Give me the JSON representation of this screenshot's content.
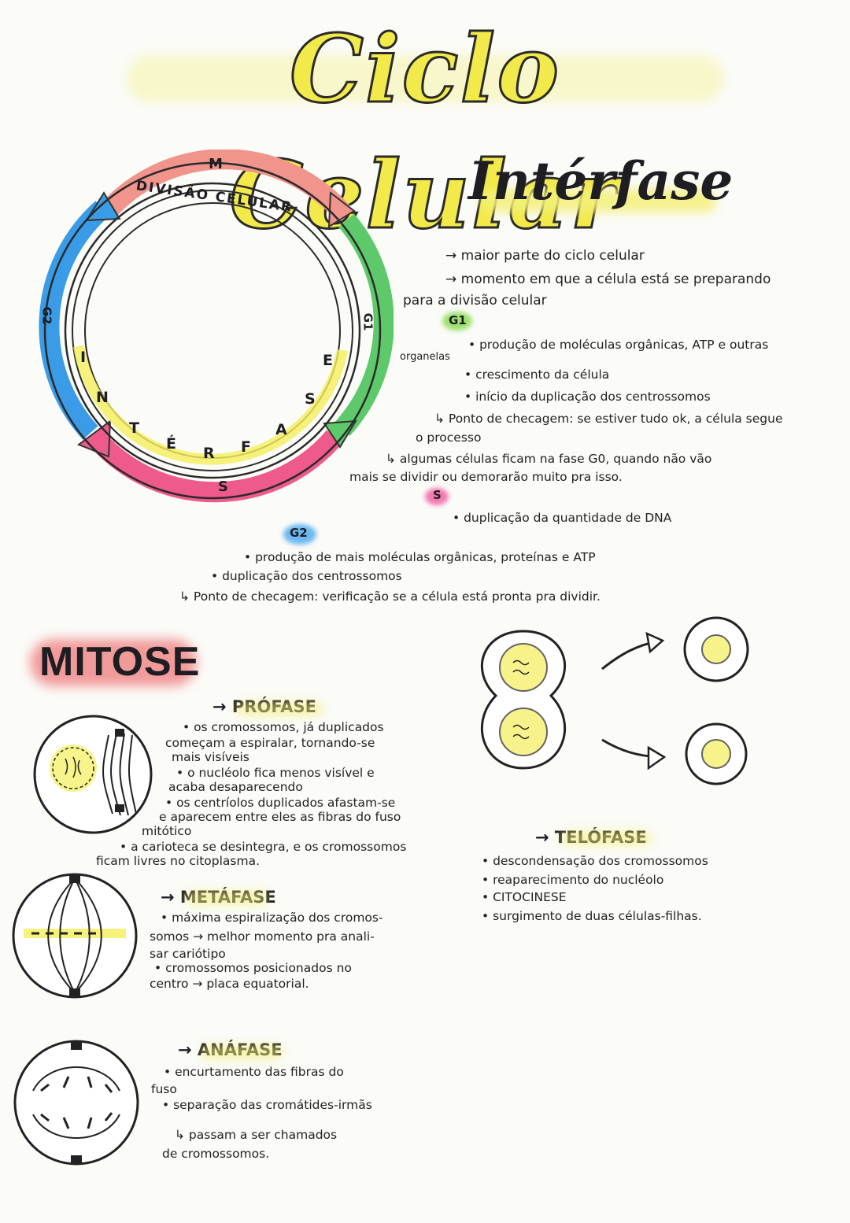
{
  "title": "Ciclo Celular",
  "cycle": {
    "M": "M",
    "divisao": "DIVISÃO CELULAR",
    "G2": "G2",
    "G1": "G1",
    "S": "S",
    "interfase_letters": [
      "I",
      "N",
      "T",
      "É",
      "R",
      "F",
      "A",
      "S",
      "E"
    ],
    "colors": {
      "M": "#f0948c",
      "G1": "#5dc96a",
      "S": "#ee5a8c",
      "G2": "#3a9be6",
      "inner": "#f4ef5a"
    }
  },
  "interfase": {
    "title": "Intérfase",
    "lines": [
      "→ maior parte do ciclo celular",
      "→ momento em que a célula está se preparando",
      "para a divisão celular"
    ],
    "g1_label": "G1",
    "g1": [
      "• produção de moléculas orgânicas, ATP e outras",
      "organelas",
      "• crescimento da célula",
      "• início da duplicação dos centrossomos",
      "↳ Ponto de checagem: se estiver tudo ok, a célula segue",
      "o processo",
      "↳ algumas células ficam na fase G0, quando não vão",
      "mais se dividir ou demorarão muito pra isso."
    ],
    "s_label": "S",
    "s": [
      "• duplicação da quantidade de DNA"
    ],
    "g2_label": "G2",
    "g2": [
      "• produção de mais moléculas orgânicas, proteínas e ATP",
      "• duplicação dos centrossomos",
      "↳ Ponto de checagem: verificação se a célula está pronta pra dividir."
    ]
  },
  "mitose": {
    "title": "MITOSE",
    "profase": {
      "title": "→ PRÓFASE",
      "lines": [
        "• os cromossomos, já duplicados",
        "começam a espiralar, tornando-se",
        "mais visíveis",
        "• o nucléolo fica menos visível e",
        "acaba desaparecendo",
        "• os centríolos duplicados afastam-se",
        "e aparecem entre eles as fibras do fuso",
        "mitótico",
        "• a carioteca se desintegra, e os cromossomos",
        "ficam livres no citoplasma."
      ]
    },
    "metafase": {
      "title": "→ METÁFASE",
      "lines": [
        "• máxima espiralização dos cromos-",
        "somos → melhor momento pra anali-",
        "sar cariótipo",
        "• cromossomos posicionados no",
        "centro → placa equatorial."
      ]
    },
    "anafase": {
      "title": "→ ANÁFASE",
      "lines": [
        "• encurtamento das fibras do",
        "fuso",
        "• separação das cromátides-irmãs",
        "↳ passam a ser chamados",
        "de cromossomos."
      ]
    },
    "telofase": {
      "title": "→ TELÓFASE",
      "lines": [
        "• descondensação dos cromossomos",
        "• reaparecimento do nucléolo",
        "• CITOCINESE",
        "• surgimento de duas células-filhas."
      ]
    }
  }
}
